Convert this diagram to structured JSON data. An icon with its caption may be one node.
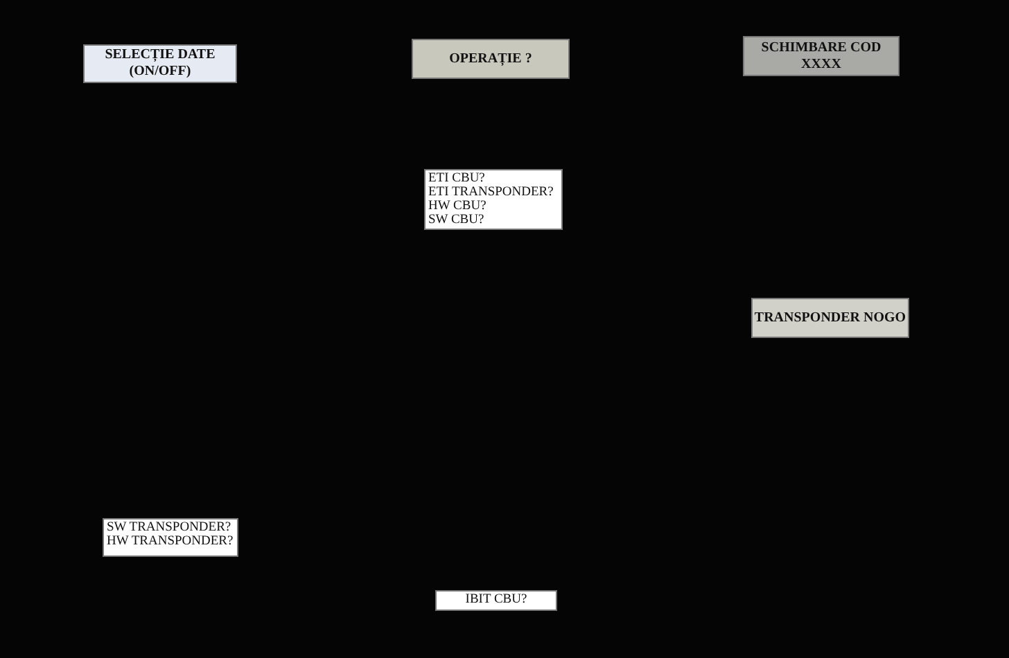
{
  "diagram": {
    "nodes": [
      {
        "text": [
          "SELECȚIE DATE (ON/OFF)"
        ]
      },
      {
        "text": [
          "OPERAȚIE ?"
        ]
      },
      {
        "text": [
          "ETI CBU?",
          "ETI TRANSPONDER?",
          "HW CBU?",
          "SW CBU?"
        ]
      },
      {
        "text": [
          "SCHIMBARE COD XXXX"
        ]
      },
      {
        "text": [
          "TRANSPONDER NOGO"
        ]
      },
      {
        "text": [
          "SW TRANSPONDER?",
          "HW TRANSPONDER?"
        ]
      },
      {
        "text": [
          "IBIT CBU?"
        ]
      }
    ]
  }
}
